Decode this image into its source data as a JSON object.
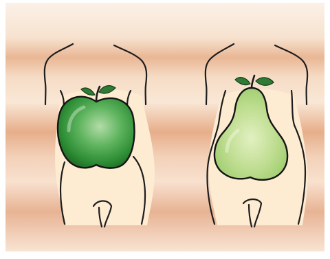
{
  "illustration": {
    "figures": [
      {
        "shape": "apple",
        "fruit": "apple",
        "fruit_color": "#3f9e45"
      },
      {
        "shape": "pear",
        "fruit": "pear",
        "fruit_color": "#b7d98a"
      }
    ],
    "colors": {
      "background_band": "#e7b08f",
      "background_light": "#fbefe3",
      "skin": "#fdebd2",
      "outline": "#1d1d1d"
    }
  }
}
